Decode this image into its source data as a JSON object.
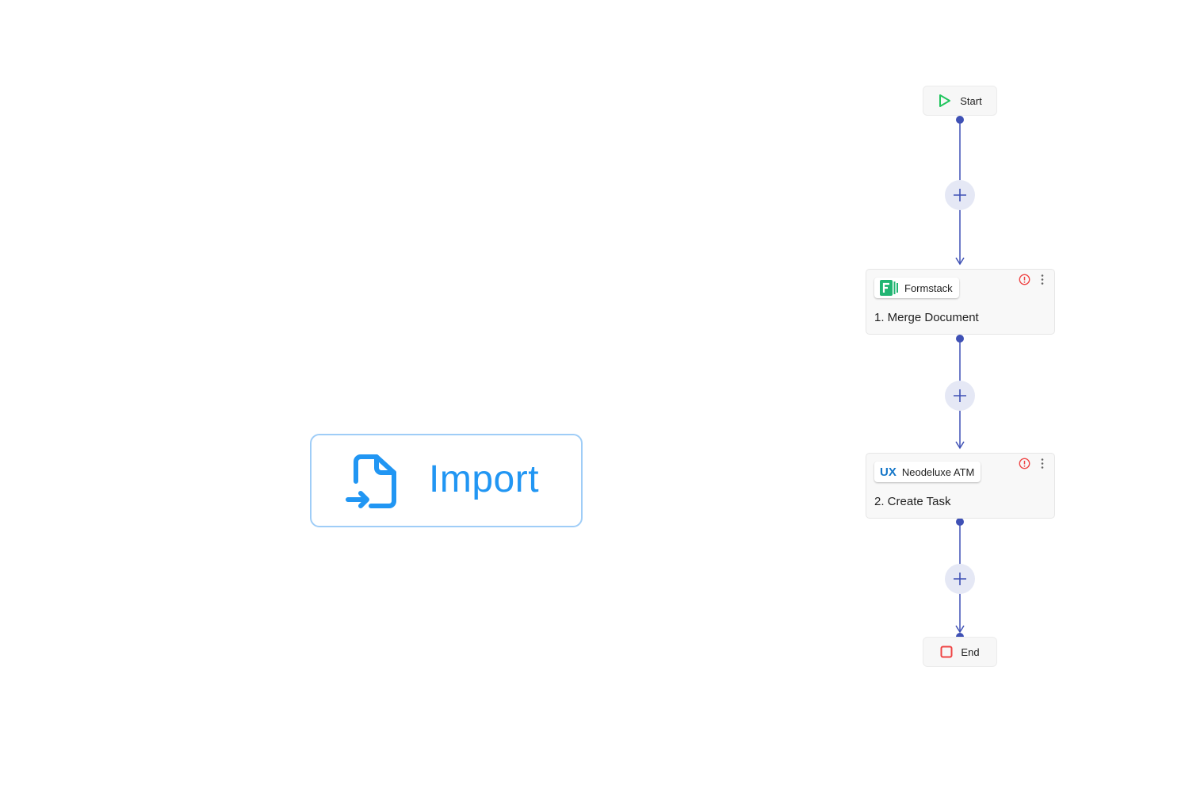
{
  "import_button": {
    "label": "Import",
    "icon": "file-import-icon",
    "color": "#2196f3"
  },
  "flow": {
    "start": {
      "label": "Start",
      "icon": "play-icon",
      "color": "#22c55e"
    },
    "steps": [
      {
        "app": "Formstack",
        "app_icon": "formstack-logo-icon",
        "title": "1. Merge Document",
        "status_icon": "alert-icon"
      },
      {
        "app": "Neodeluxe ATM",
        "app_icon": "ux-logo-icon",
        "app_logo_text": "UX",
        "title": "2. Create Task",
        "status_icon": "alert-icon"
      }
    ],
    "end": {
      "label": "End",
      "icon": "stop-icon",
      "color": "#ef4444"
    },
    "connector_color": "#3f51b5",
    "alert_color": "#ef4444"
  }
}
